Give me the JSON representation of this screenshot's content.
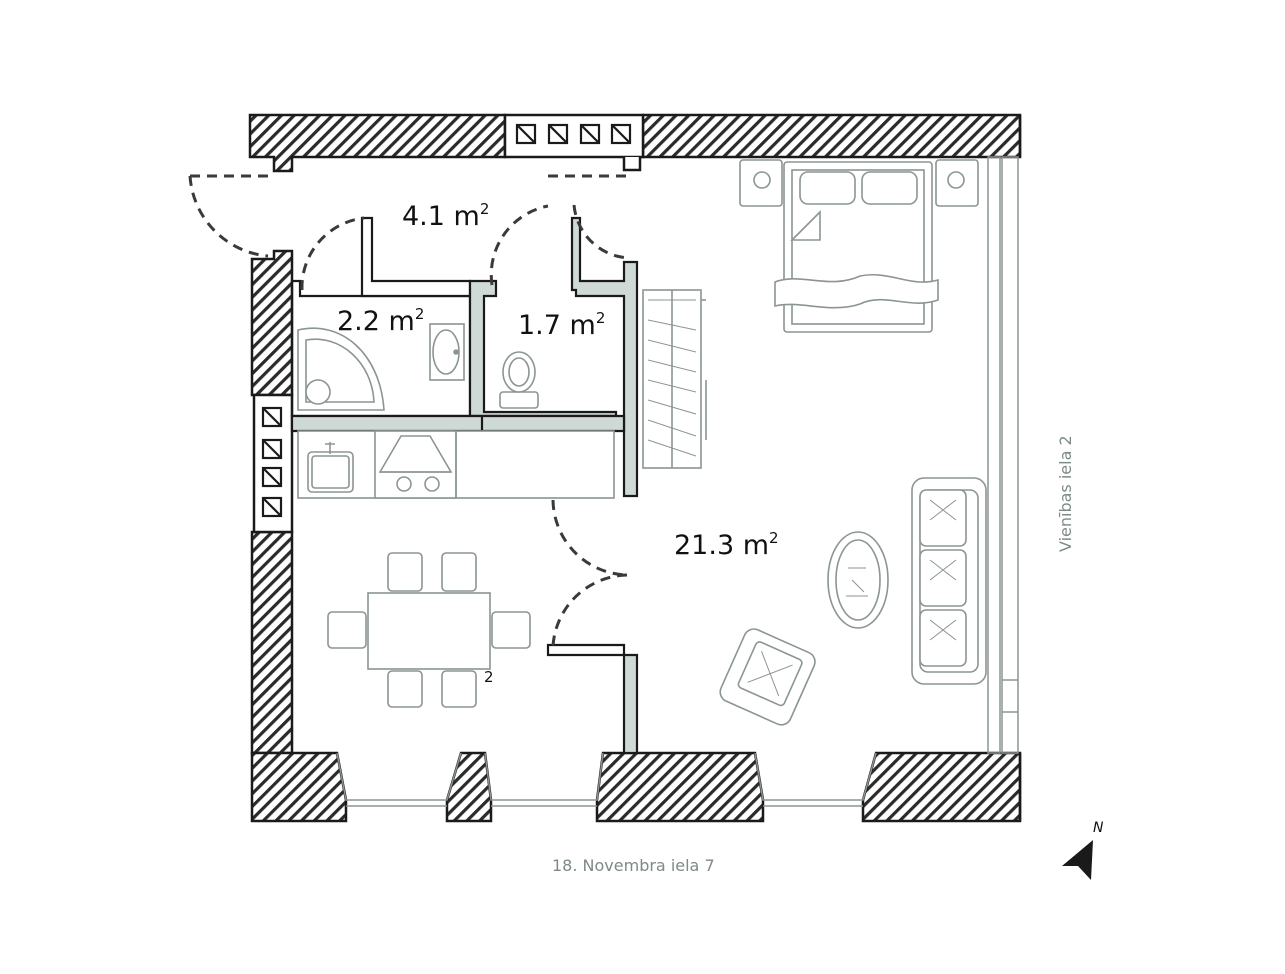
{
  "rooms": [
    {
      "id": "hall",
      "area": "4.1",
      "unit": "m",
      "exp": "2"
    },
    {
      "id": "bathroom",
      "area": "2.2",
      "unit": "m",
      "exp": "2"
    },
    {
      "id": "wc",
      "area": "1.7",
      "unit": "m",
      "exp": "2"
    },
    {
      "id": "living",
      "area": "21.3",
      "unit": "m",
      "exp": "2"
    },
    {
      "id": "kitchen",
      "area": "",
      "unit": "",
      "exp": "2"
    }
  ],
  "streets": {
    "bottom": "18. Novembra iela 7",
    "right": "Vienības iela 2"
  },
  "compass": {
    "letter": "N",
    "icon": "north-arrow-icon"
  },
  "colors": {
    "wall": "#1a1a1a",
    "hatch": "#1a1a1a",
    "partition": "#cfd9d6",
    "furniture": "#8b9593",
    "text": "#111111",
    "street_text": "#7d8a88"
  }
}
